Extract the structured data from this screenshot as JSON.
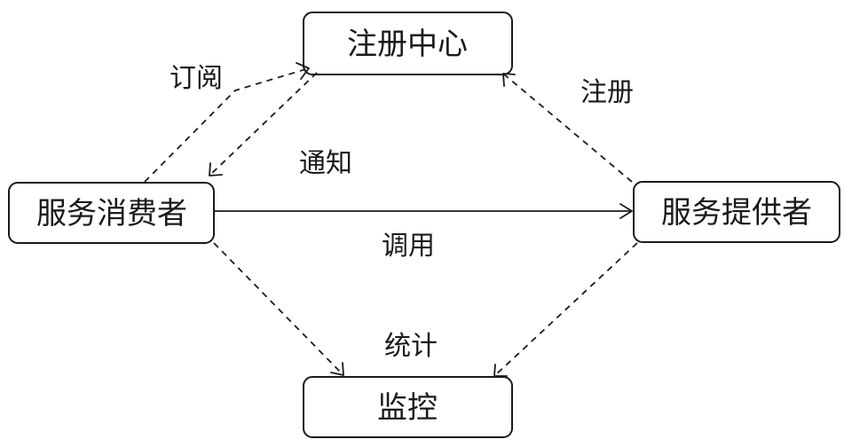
{
  "nodes": {
    "registry": "注册中心",
    "consumer": "服务消费者",
    "provider": "服务提供者",
    "monitor": "监控"
  },
  "edges": {
    "subscribe": "订阅",
    "notify": "通知",
    "register": "注册",
    "invoke": "调用",
    "statistics": "统计"
  },
  "colors": {
    "stroke": "#1a1a1a",
    "background": "#ffffff"
  }
}
